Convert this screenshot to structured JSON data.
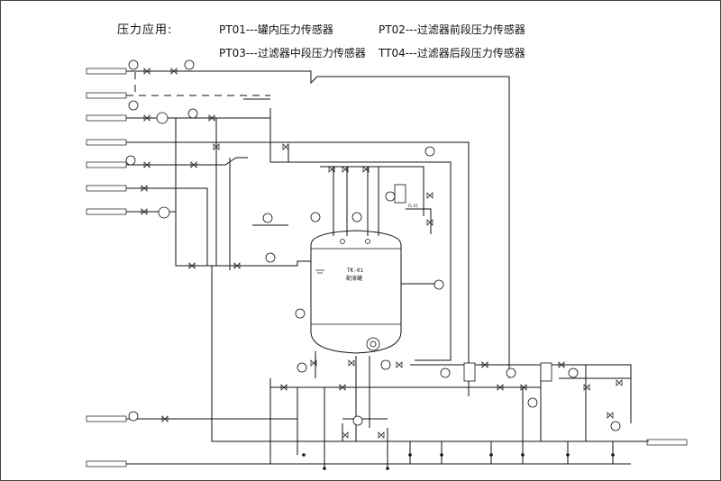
{
  "legend": {
    "title": "压力应用:",
    "pt01": "PT01---罐内压力传感器",
    "pt02": "PT02---过滤器前段压力传感器",
    "pt03": "PT03---过滤器中段压力传感器",
    "tt04": "TT04---过滤器后段压力传感器"
  },
  "tank": {
    "tag": "TK-01",
    "name": "配液罐"
  },
  "filter_tag": "FL-01"
}
